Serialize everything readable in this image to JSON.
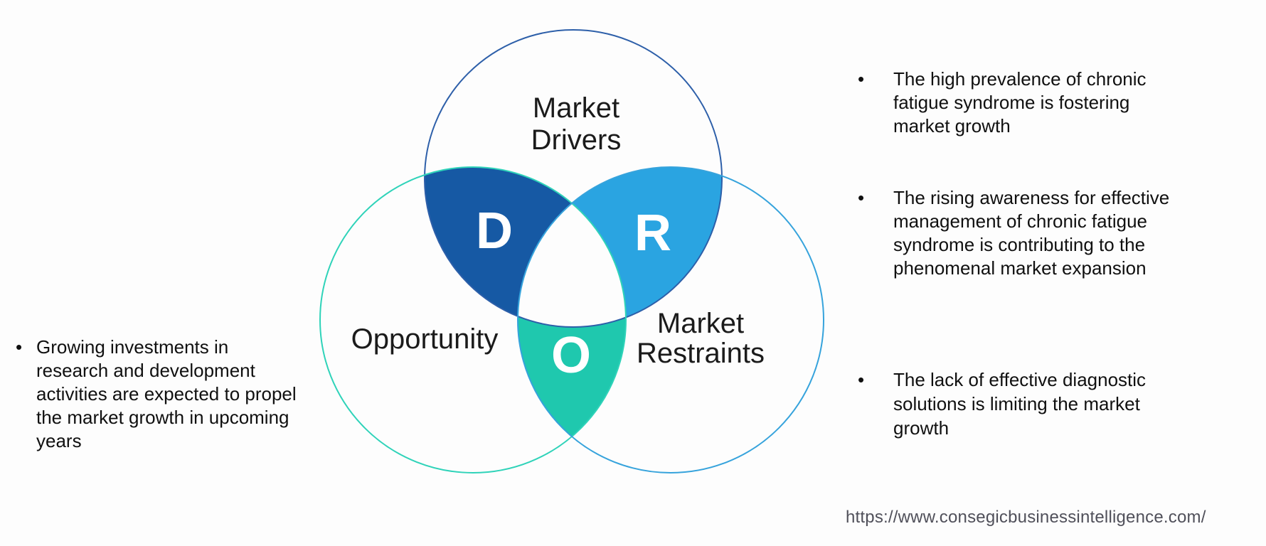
{
  "venn": {
    "drivers": {
      "label": "Market\nDrivers",
      "letter": "D",
      "fill": "#1659a4",
      "outline": "#2d5fa9"
    },
    "opportunity": {
      "label": "Opportunity",
      "letter": "O",
      "fill": "#1fc8ae",
      "outline": "#2fd3b9"
    },
    "restraints": {
      "label": "Market\nRestraints",
      "letter": "R",
      "fill": "#2aa4e1",
      "outline": "#36a3dc"
    }
  },
  "bullets": {
    "marker": "•",
    "left": [
      {
        "text": "Growing investments in\nresearch and development\nactivities are expected to propel\nthe market growth in upcoming\nyears"
      }
    ],
    "right": [
      {
        "text": "The high prevalence of chronic\nfatigue syndrome is fostering\nmarket growth"
      },
      {
        "text": "The rising awareness for effective\nmanagement of chronic fatigue\nsyndrome is contributing to the\nphenomenal market expansion"
      },
      {
        "text": "The lack of effective diagnostic\nsolutions is limiting the market\ngrowth"
      }
    ]
  },
  "footer": {
    "url": "https://www.consegicbusinessintelligence.com/"
  }
}
